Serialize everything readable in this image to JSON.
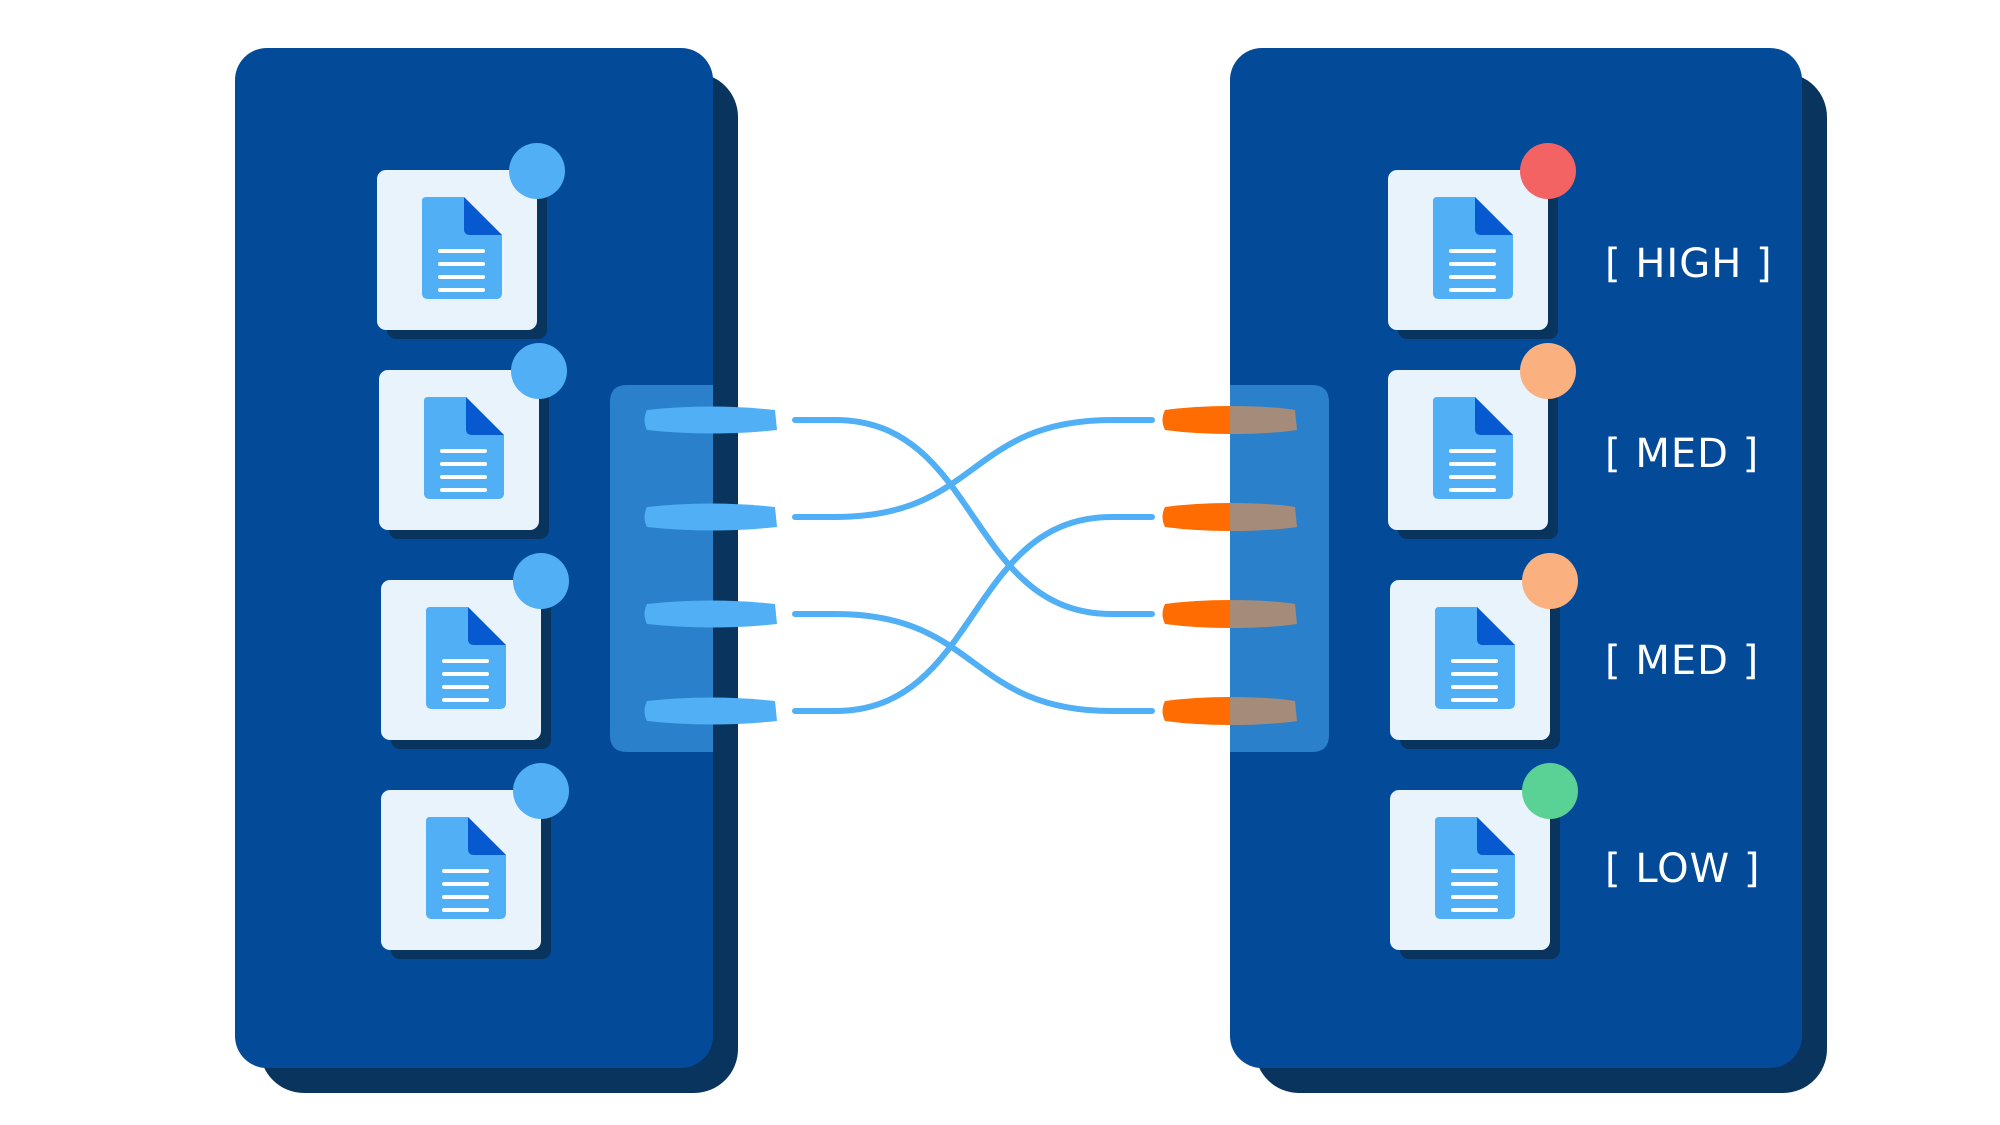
{
  "colors": {
    "background": "#ffffff",
    "panel": "#034a99",
    "panel_shadow": "#08345e",
    "doc_card": "#e8f3fc",
    "doc_icon": "#50aff5",
    "doc_fold": "#0659cf",
    "port_strip": "#2b80cb",
    "left_connector": "#50aff5",
    "right_connector": "#ff6c02",
    "right_connector_tail": "#a58b79",
    "cable": "#50aff5",
    "label_text": "#ffffff"
  },
  "source_documents": [
    {
      "status_color": "#50aff5",
      "icon": "document-icon"
    },
    {
      "status_color": "#50aff5",
      "icon": "document-icon"
    },
    {
      "status_color": "#50aff5",
      "icon": "document-icon"
    },
    {
      "status_color": "#50aff5",
      "icon": "document-icon"
    }
  ],
  "classified_documents": [
    {
      "label": "[ HIGH ]",
      "status_color": "#f36363",
      "icon": "document-icon"
    },
    {
      "label": "[ MED ]",
      "status_color": "#fab07f",
      "icon": "document-icon"
    },
    {
      "label": "[ MED ]",
      "status_color": "#fab07f",
      "icon": "document-icon"
    },
    {
      "label": "[ LOW ]",
      "status_color": "#5bd295",
      "icon": "document-icon"
    }
  ],
  "cable_routes": [
    {
      "from_port": 1,
      "to_port": 3
    },
    {
      "from_port": 2,
      "to_port": 1
    },
    {
      "from_port": 3,
      "to_port": 4
    },
    {
      "from_port": 4,
      "to_port": 2
    }
  ]
}
